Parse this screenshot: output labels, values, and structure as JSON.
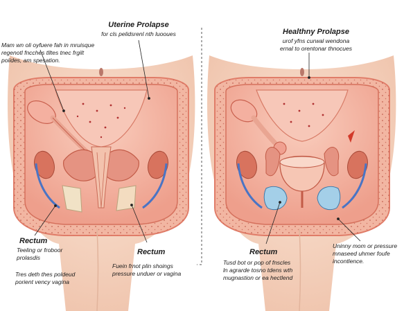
{
  "left": {
    "title": "Uterine Prolapse",
    "subtitle": "for cls pelidsrenl nth luooues",
    "top_note": [
      "Mam wn oli oyfuere fah in mruisque",
      "regenotl fncches tlltes tnec frgilt",
      "poiides, am spesation."
    ],
    "rectum_inner": "Rectum",
    "rectum_outer": "Rectum",
    "note_outer": [
      "Teeling or froboor",
      "prolasdis"
    ],
    "note_bottom_left": [
      "Tres deth thes poldeud",
      "porient vency vagina"
    ],
    "note_bottom_center": [
      "Fuein frnot plin shoings",
      "pressure unduer or vagina"
    ]
  },
  "right": {
    "title": "Healthny Prolapse",
    "subtitle": [
      "urof yfns curwal wendona",
      "ernal to orentonar thnocues"
    ],
    "rectum": "Rectum",
    "note_center": [
      "Tusd bot or pop of fnscles",
      "ln agrarde tosno tdens wth",
      "mugnastion or ea hectlend"
    ],
    "note_right": [
      "Uninny mom or pressure",
      "mnaseed uhmer foufe",
      "incontlence."
    ]
  },
  "colors": {
    "skin": "#f6d4c0",
    "tissue": "#f0a898",
    "wall": "#e4806e",
    "muscle": "#cf6f5a",
    "vein": "#4a74c4",
    "fluid": "#9cc8e4",
    "bone": "#f2e2c4",
    "dots": "#b03030"
  }
}
